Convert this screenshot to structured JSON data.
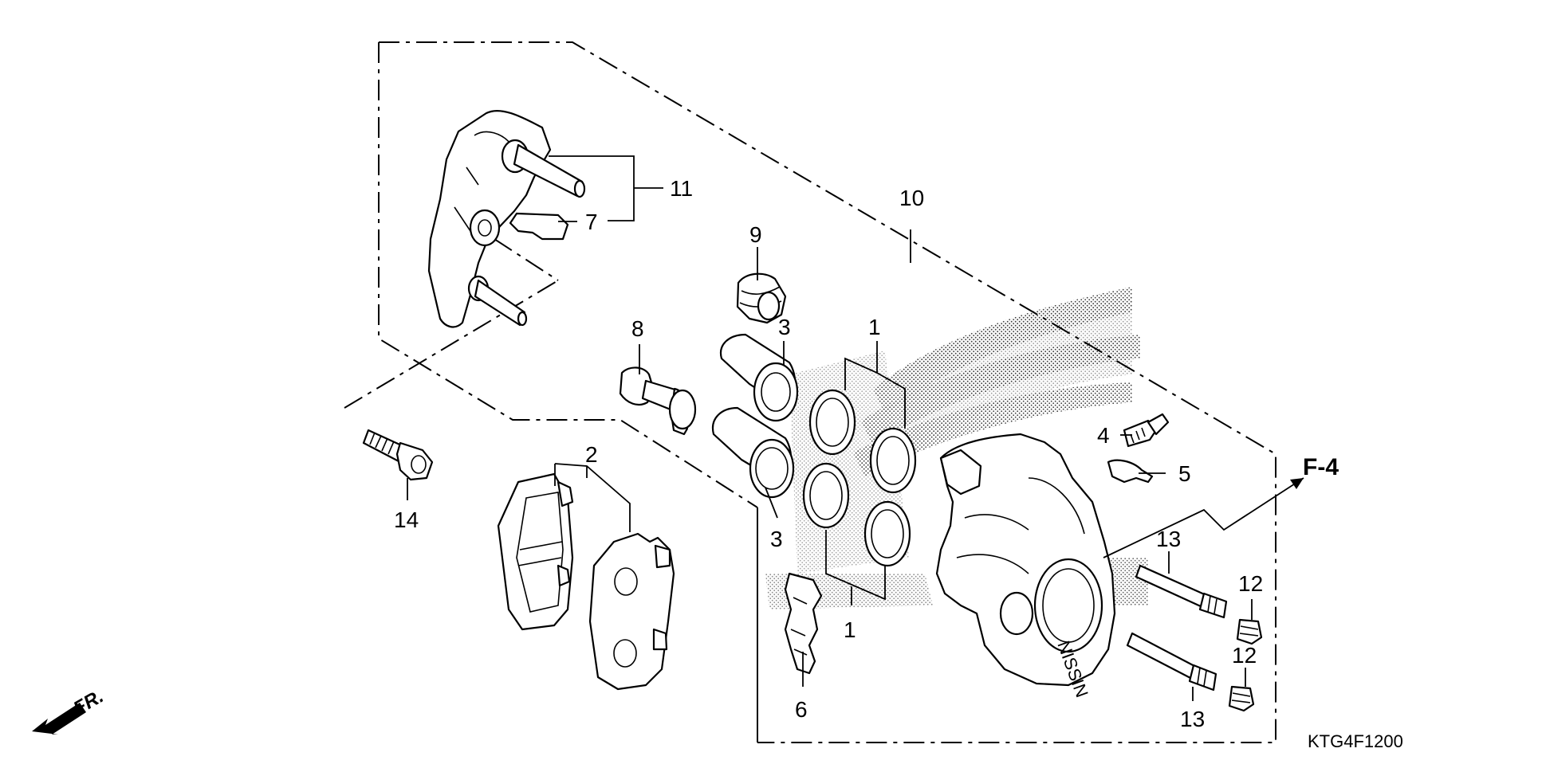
{
  "diagram": {
    "callouts": {
      "c1a": "1",
      "c1b": "1",
      "c2": "2",
      "c3a": "3",
      "c3b": "3",
      "c4": "4",
      "c5": "5",
      "c6": "6",
      "c7": "7",
      "c8": "8",
      "c9": "9",
      "c10": "10",
      "c11": "11",
      "c12a": "12",
      "c12b": "12",
      "c13a": "13",
      "c13b": "13",
      "c14": "14"
    },
    "reference": "F-4",
    "front_marker": "FR.",
    "diagram_code": "KTG4F1200"
  }
}
